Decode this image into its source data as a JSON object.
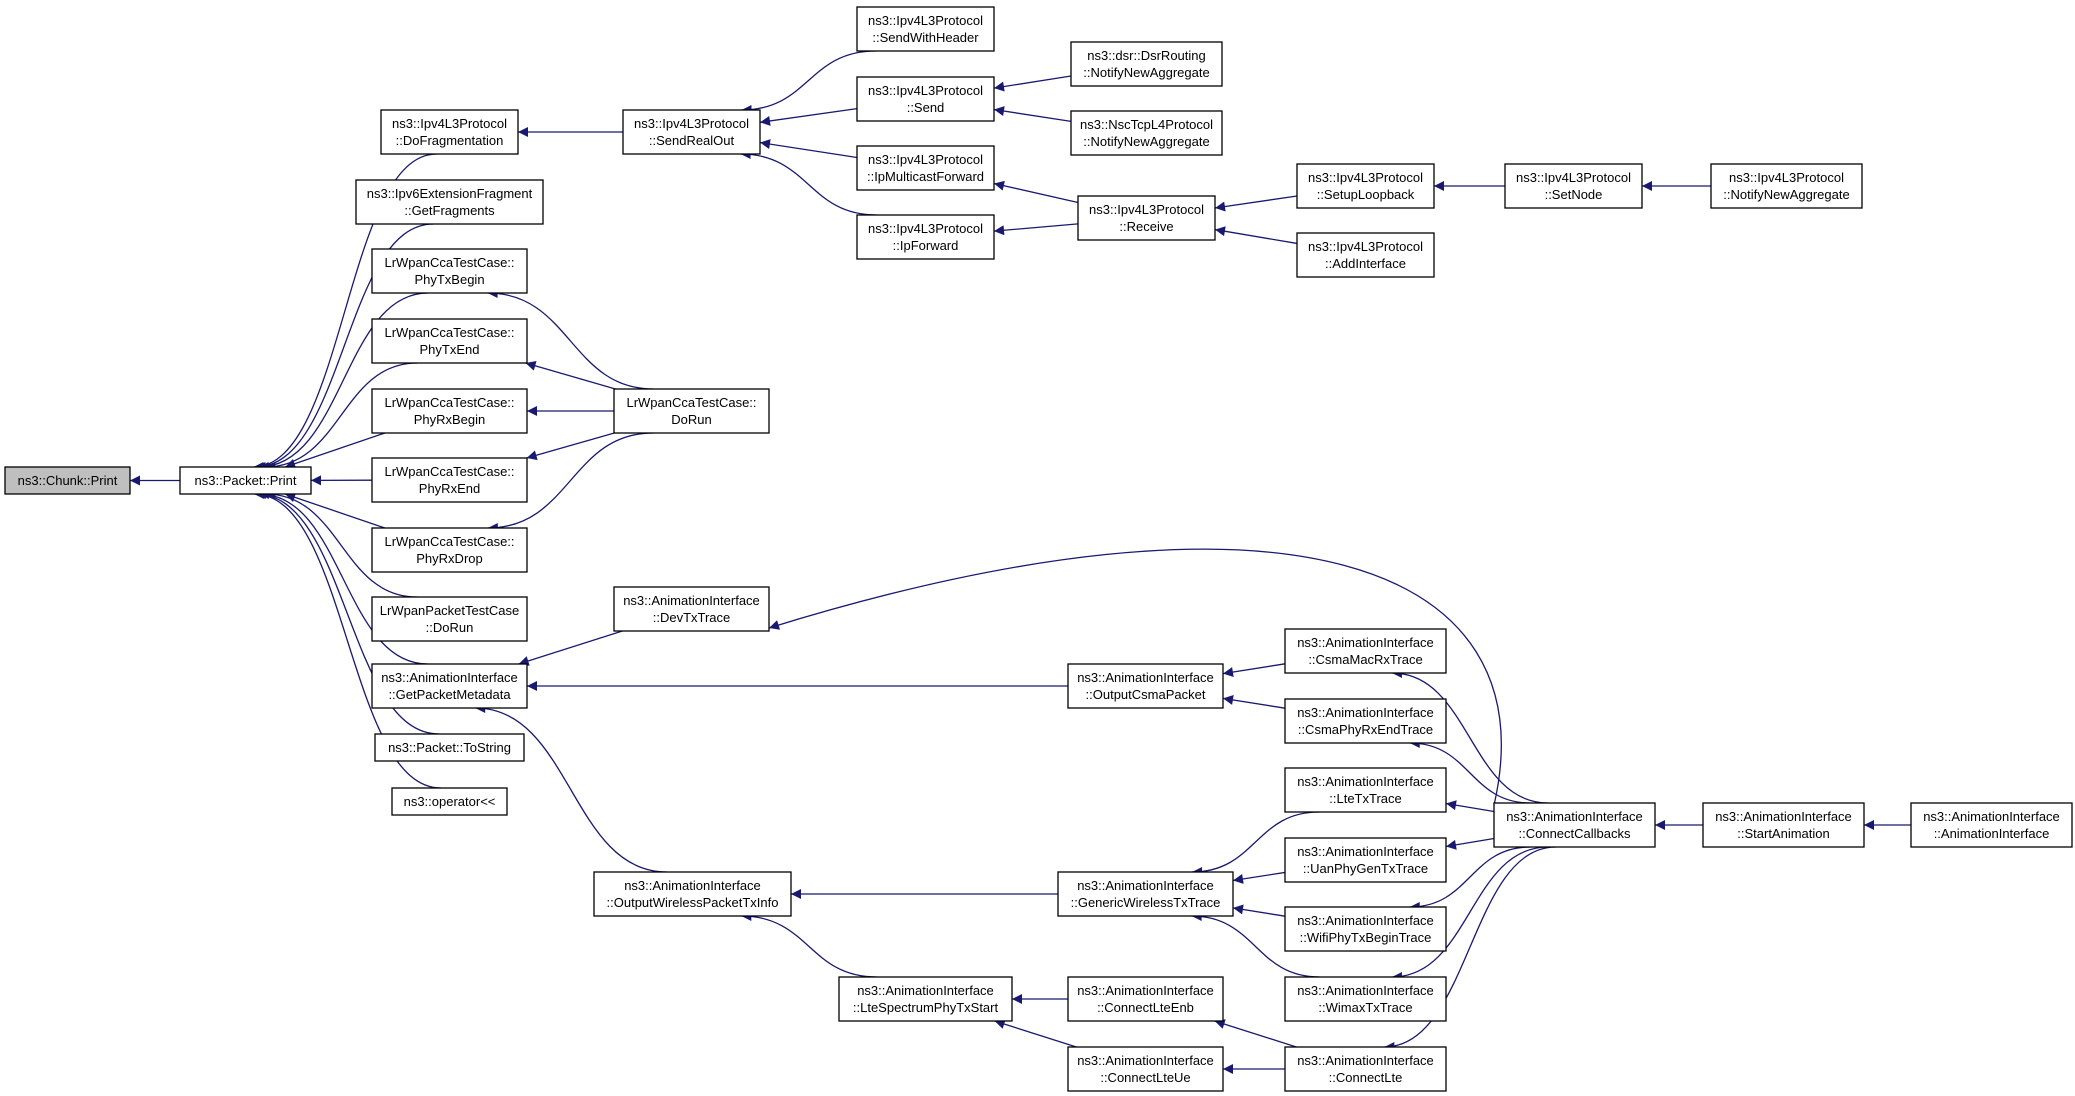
{
  "colors": {
    "edge": "#191970",
    "root_fill": "#bfbfbf",
    "node_fill": "#ffffff",
    "node_border": "#000000"
  },
  "nodes": [
    {
      "id": "chunk_print",
      "lines": [
        "ns3::Chunk::Print"
      ],
      "root": true
    },
    {
      "id": "packet_print",
      "lines": [
        "ns3::Packet::Print"
      ]
    },
    {
      "id": "ipv4_dofrag",
      "lines": [
        "ns3::Ipv4L3Protocol",
        "::DoFragmentation"
      ]
    },
    {
      "id": "ipv6_getfrag",
      "lines": [
        "ns3::Ipv6ExtensionFragment",
        "::GetFragments"
      ]
    },
    {
      "id": "lr_phytxbegin",
      "lines": [
        "LrWpanCcaTestCase::",
        "PhyTxBegin"
      ]
    },
    {
      "id": "lr_phytxend",
      "lines": [
        "LrWpanCcaTestCase::",
        "PhyTxEnd"
      ]
    },
    {
      "id": "lr_phyrxbegin",
      "lines": [
        "LrWpanCcaTestCase::",
        "PhyRxBegin"
      ]
    },
    {
      "id": "lr_phyrxend",
      "lines": [
        "LrWpanCcaTestCase::",
        "PhyRxEnd"
      ]
    },
    {
      "id": "lr_phyrxdrop",
      "lines": [
        "LrWpanCcaTestCase::",
        "PhyRxDrop"
      ]
    },
    {
      "id": "lrpkt_dorun",
      "lines": [
        "LrWpanPacketTestCase",
        "::DoRun"
      ]
    },
    {
      "id": "anim_getpktmeta",
      "lines": [
        "ns3::AnimationInterface",
        "::GetPacketMetadata"
      ]
    },
    {
      "id": "pkt_tostring",
      "lines": [
        "ns3::Packet::ToString"
      ]
    },
    {
      "id": "op_lshift",
      "lines": [
        "ns3::operator<<"
      ]
    },
    {
      "id": "ipv4_sendrealout",
      "lines": [
        "ns3::Ipv4L3Protocol",
        "::SendRealOut"
      ]
    },
    {
      "id": "lrcca_dorun",
      "lines": [
        "LrWpanCcaTestCase::",
        "DoRun"
      ]
    },
    {
      "id": "anim_devtx",
      "lines": [
        "ns3::AnimationInterface",
        "::DevTxTrace"
      ]
    },
    {
      "id": "anim_outcsma",
      "lines": [
        "ns3::AnimationInterface",
        "::OutputCsmaPacket"
      ]
    },
    {
      "id": "anim_outwifi",
      "lines": [
        "ns3::AnimationInterface",
        "::OutputWirelessPacketTxInfo"
      ]
    },
    {
      "id": "ipv4_sendwh",
      "lines": [
        "ns3::Ipv4L3Protocol",
        "::SendWithHeader"
      ]
    },
    {
      "id": "ipv4_send",
      "lines": [
        "ns3::Ipv4L3Protocol",
        "::Send"
      ]
    },
    {
      "id": "ipv4_ipmcast",
      "lines": [
        "ns3::Ipv4L3Protocol",
        "::IpMulticastForward"
      ]
    },
    {
      "id": "ipv4_ipfwd",
      "lines": [
        "ns3::Ipv4L3Protocol",
        "::IpForward"
      ]
    },
    {
      "id": "dsr_notify",
      "lines": [
        "ns3::dsr::DsrRouting",
        "::NotifyNewAggregate"
      ]
    },
    {
      "id": "nsc_notify",
      "lines": [
        "ns3::NscTcpL4Protocol",
        "::NotifyNewAggregate"
      ]
    },
    {
      "id": "ipv4_receive",
      "lines": [
        "ns3::Ipv4L3Protocol",
        "::Receive"
      ]
    },
    {
      "id": "ipv4_setuploop",
      "lines": [
        "ns3::Ipv4L3Protocol",
        "::SetupLoopback"
      ]
    },
    {
      "id": "ipv4_addif",
      "lines": [
        "ns3::Ipv4L3Protocol",
        "::AddInterface"
      ]
    },
    {
      "id": "ipv4_setnode",
      "lines": [
        "ns3::Ipv4L3Protocol",
        "::SetNode"
      ]
    },
    {
      "id": "ipv4_notify",
      "lines": [
        "ns3::Ipv4L3Protocol",
        "::NotifyNewAggregate"
      ]
    },
    {
      "id": "anim_csmamacrx",
      "lines": [
        "ns3::AnimationInterface",
        "::CsmaMacRxTrace"
      ]
    },
    {
      "id": "anim_csmaphyrxend",
      "lines": [
        "ns3::AnimationInterface",
        "::CsmaPhyRxEndTrace"
      ]
    },
    {
      "id": "anim_generic",
      "lines": [
        "ns3::AnimationInterface",
        "::GenericWirelessTxTrace"
      ]
    },
    {
      "id": "anim_ltespec",
      "lines": [
        "ns3::AnimationInterface",
        "::LteSpectrumPhyTxStart"
      ]
    },
    {
      "id": "anim_ltetx",
      "lines": [
        "ns3::AnimationInterface",
        "::LteTxTrace"
      ]
    },
    {
      "id": "anim_uan",
      "lines": [
        "ns3::AnimationInterface",
        "::UanPhyGenTxTrace"
      ]
    },
    {
      "id": "anim_wifiphytx",
      "lines": [
        "ns3::AnimationInterface",
        "::WifiPhyTxBeginTrace"
      ]
    },
    {
      "id": "anim_wimax",
      "lines": [
        "ns3::AnimationInterface",
        "::WimaxTxTrace"
      ]
    },
    {
      "id": "anim_connlteenb",
      "lines": [
        "ns3::AnimationInterface",
        "::ConnectLteEnb"
      ]
    },
    {
      "id": "anim_connlteue",
      "lines": [
        "ns3::AnimationInterface",
        "::ConnectLteUe"
      ]
    },
    {
      "id": "anim_connlte",
      "lines": [
        "ns3::AnimationInterface",
        "::ConnectLte"
      ]
    },
    {
      "id": "anim_conncb",
      "lines": [
        "ns3::AnimationInterface",
        "::ConnectCallbacks"
      ]
    },
    {
      "id": "anim_startanim",
      "lines": [
        "ns3::AnimationInterface",
        "::StartAnimation"
      ]
    },
    {
      "id": "anim_ctor",
      "lines": [
        "ns3::AnimationInterface",
        "::AnimationInterface"
      ]
    }
  ],
  "edges": [
    [
      "chunk_print",
      "packet_print"
    ],
    [
      "packet_print",
      "ipv4_dofrag"
    ],
    [
      "packet_print",
      "ipv6_getfrag"
    ],
    [
      "packet_print",
      "lr_phytxbegin"
    ],
    [
      "packet_print",
      "lr_phytxend"
    ],
    [
      "packet_print",
      "lr_phyrxbegin"
    ],
    [
      "packet_print",
      "lr_phyrxend"
    ],
    [
      "packet_print",
      "lr_phyrxdrop"
    ],
    [
      "packet_print",
      "lrpkt_dorun"
    ],
    [
      "packet_print",
      "anim_getpktmeta"
    ],
    [
      "packet_print",
      "pkt_tostring"
    ],
    [
      "packet_print",
      "op_lshift"
    ],
    [
      "ipv4_dofrag",
      "ipv4_sendrealout"
    ],
    [
      "lr_phytxbegin",
      "lrcca_dorun"
    ],
    [
      "lr_phytxend",
      "lrcca_dorun"
    ],
    [
      "lr_phyrxbegin",
      "lrcca_dorun"
    ],
    [
      "lr_phyrxend",
      "lrcca_dorun"
    ],
    [
      "lr_phyrxdrop",
      "lrcca_dorun"
    ],
    [
      "anim_getpktmeta",
      "anim_devtx"
    ],
    [
      "anim_getpktmeta",
      "anim_outcsma"
    ],
    [
      "anim_getpktmeta",
      "anim_outwifi"
    ],
    [
      "ipv4_sendrealout",
      "ipv4_sendwh"
    ],
    [
      "ipv4_sendrealout",
      "ipv4_send"
    ],
    [
      "ipv4_sendrealout",
      "ipv4_ipmcast"
    ],
    [
      "ipv4_sendrealout",
      "ipv4_ipfwd"
    ],
    [
      "ipv4_send",
      "dsr_notify"
    ],
    [
      "ipv4_send",
      "nsc_notify"
    ],
    [
      "ipv4_ipmcast",
      "ipv4_receive"
    ],
    [
      "ipv4_ipfwd",
      "ipv4_receive"
    ],
    [
      "ipv4_receive",
      "ipv4_setuploop"
    ],
    [
      "ipv4_receive",
      "ipv4_addif"
    ],
    [
      "ipv4_setuploop",
      "ipv4_setnode"
    ],
    [
      "ipv4_setnode",
      "ipv4_notify"
    ],
    [
      "anim_devtx",
      "anim_conncb"
    ],
    [
      "anim_outcsma",
      "anim_csmamacrx"
    ],
    [
      "anim_outcsma",
      "anim_csmaphyrxend"
    ],
    [
      "anim_outwifi",
      "anim_generic"
    ],
    [
      "anim_outwifi",
      "anim_ltespec"
    ],
    [
      "anim_csmamacrx",
      "anim_conncb"
    ],
    [
      "anim_csmaphyrxend",
      "anim_conncb"
    ],
    [
      "anim_generic",
      "anim_ltetx"
    ],
    [
      "anim_generic",
      "anim_uan"
    ],
    [
      "anim_generic",
      "anim_wifiphytx"
    ],
    [
      "anim_generic",
      "anim_wimax"
    ],
    [
      "anim_ltespec",
      "anim_connlteenb"
    ],
    [
      "anim_ltespec",
      "anim_connlteue"
    ],
    [
      "anim_ltetx",
      "anim_conncb"
    ],
    [
      "anim_uan",
      "anim_conncb"
    ],
    [
      "anim_wifiphytx",
      "anim_conncb"
    ],
    [
      "anim_wimax",
      "anim_conncb"
    ],
    [
      "anim_connlteenb",
      "anim_connlte"
    ],
    [
      "anim_connlteue",
      "anim_connlte"
    ],
    [
      "anim_connlte",
      "anim_conncb"
    ],
    [
      "anim_conncb",
      "anim_startanim"
    ],
    [
      "anim_startanim",
      "anim_ctor"
    ]
  ]
}
